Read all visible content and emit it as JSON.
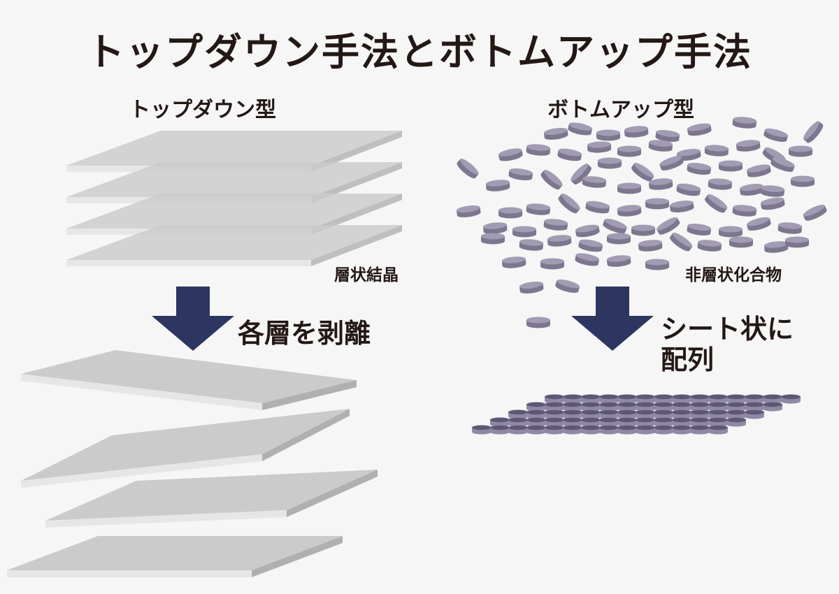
{
  "title": "トップダウン手法とボトムアップ手法",
  "left": {
    "heading": "トップダウン型",
    "crystal_label": "層状結晶",
    "process_label": "各層を剥離",
    "stacked_layers": 4,
    "separated_sheets": 4
  },
  "right": {
    "heading": "ボトムアップ型",
    "material_label": "非層状化合物",
    "process_label_line1": "シート状に",
    "process_label_line2": "配列"
  },
  "colors": {
    "background": "#f6f6f6",
    "title_text": "#231815",
    "arrow": "#2c3661",
    "sheet_top": "#cbcbcb",
    "sheet_edge": "#e6e6e6",
    "disc_top": "#a19bb3",
    "disc_side": "#7d768f",
    "grid_disc_top": "#5d5674",
    "grid_disc_side": "#8f89a3"
  }
}
